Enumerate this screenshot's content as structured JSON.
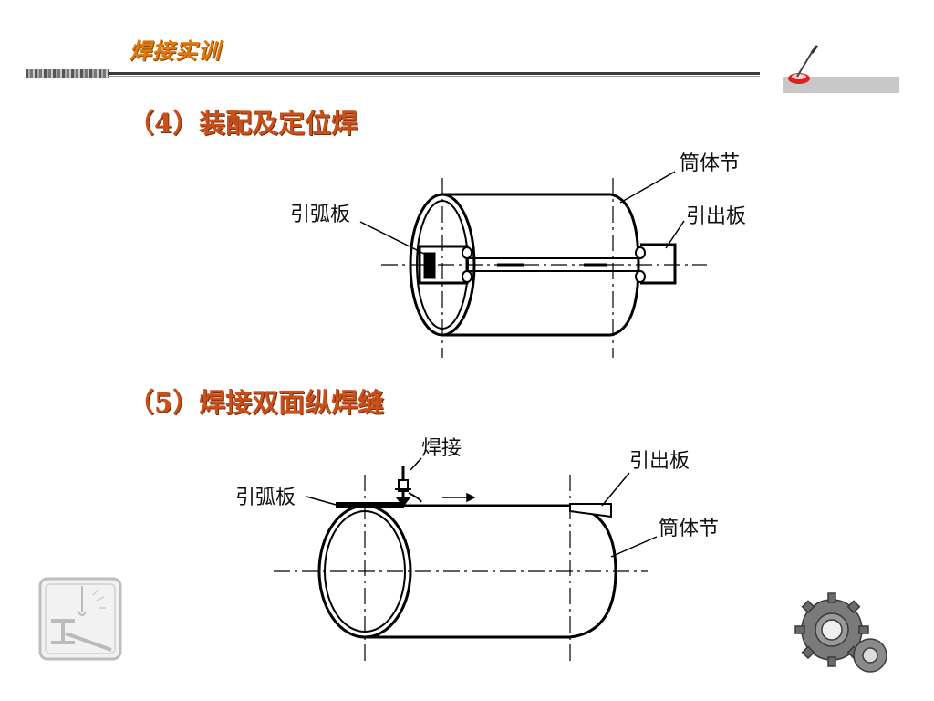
{
  "header": {
    "title": "焊接实训"
  },
  "sections": [
    {
      "heading": "（4）装配及定位焊",
      "labels": {
        "shell": "筒体节",
        "arc_plate": "引弧板",
        "runout_plate": "引出板"
      }
    },
    {
      "heading": "（5）焊接双面纵焊缝",
      "labels": {
        "welding": "焊接",
        "runout_plate": "引出板",
        "arc_plate": "引弧板",
        "shell": "筒体节"
      }
    }
  ],
  "icons": {
    "top_right": "welding-torch-icon",
    "bottom_left": "crane-beam-icon",
    "bottom_right": "gears-icon"
  }
}
